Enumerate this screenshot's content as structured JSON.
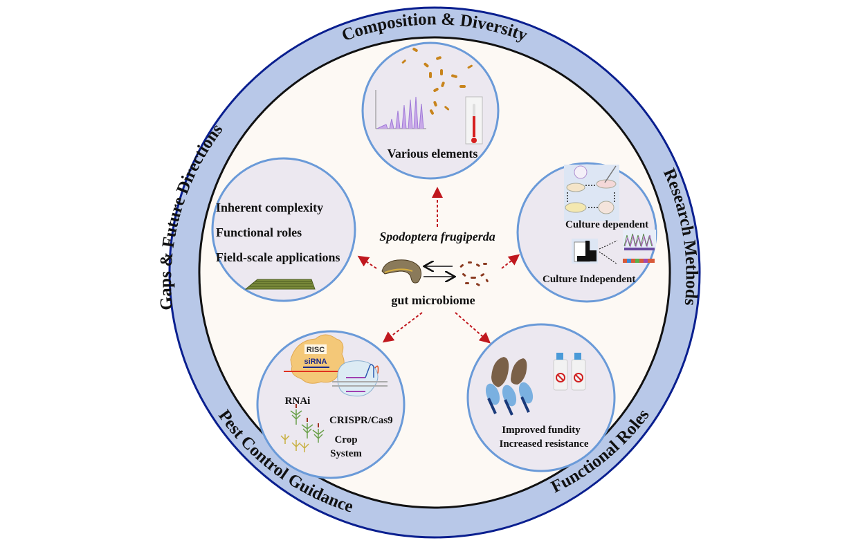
{
  "ring_labels": {
    "top": "Composition & Diversity",
    "right": "Research Methods",
    "bottom_right": "Functional Roles",
    "bottom_left": "Pest Control Guidance",
    "left": "Gaps & Future Directions"
  },
  "center": {
    "species": "Spodoptera frugiperda",
    "microbiome": "gut microbiome"
  },
  "nodes": {
    "composition": {
      "caption": "Various elements"
    },
    "gaps": {
      "items": [
        "Inherent complexity",
        "Functional roles",
        "Field-scale applications"
      ]
    },
    "methods": {
      "culture_dependent": "Culture dependent",
      "culture_independent": "Culture Independent"
    },
    "pest_control": {
      "risc": "RISC",
      "sirna": "siRNA",
      "rnai": "RNAi",
      "crispr": "CRISPR/Cas9",
      "crop_line1": "Crop",
      "crop_line2": "System"
    },
    "functional": {
      "line1": "Improved fundity",
      "line2": "Increased resistance"
    }
  },
  "colors": {
    "ring_fill": "#b8c8e8",
    "ring_outer_stroke": "#0a1f8f",
    "ring_inner_stroke": "#111111",
    "center_fill": "#fdf9f4",
    "node_fill": "#ece8f0",
    "node_stroke": "#6a9ad8",
    "arrow": "#c0181e"
  }
}
